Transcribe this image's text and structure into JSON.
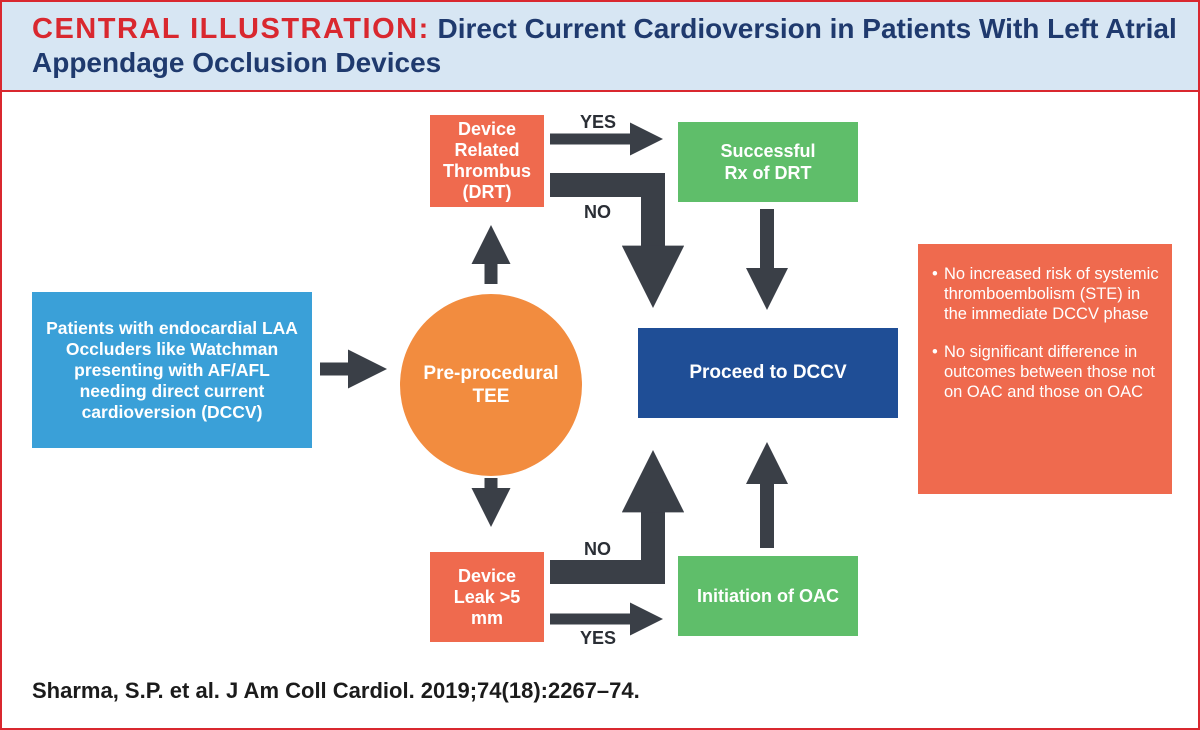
{
  "header": {
    "prefix": "CENTRAL ILLUSTRATION:",
    "title": "Direct Current Cardioversion in Patients With Left Atrial Appendage Occlusion Devices"
  },
  "nodes": {
    "patients": "Patients with endocardial LAA Occluders like Watchman presenting with AF/AFL needing direct current cardioversion (DCCV)",
    "tee": "Pre-procedural TEE",
    "drt": "Device Related Thrombus (DRT)",
    "rx": "Successful Rx of DRT",
    "leak": "Device Leak >5 mm",
    "oac": "Initiation of OAC",
    "dccv": "Proceed to DCCV"
  },
  "labels": {
    "drt_yes": "YES",
    "drt_no": "NO",
    "leak_no": "NO",
    "leak_yes": "YES"
  },
  "outcomes": [
    "No increased risk of systemic thromboembolism (STE) in the immediate DCCV phase",
    "No significant difference in outcomes between those not on OAC and those on OAC"
  ],
  "citation": "Sharma, S.P. et al. J Am Coll Cardiol. 2019;74(18):2267–74.",
  "colors": {
    "border": "#d9282f",
    "header_bg": "#d7e6f3",
    "title": "#1f3a6e",
    "red_box": "#ef6a4e",
    "green_box": "#5fbe6a",
    "blue_box": "#1f4e96",
    "light_blue_box": "#3aa0d8",
    "circle": "#f28c3f",
    "arrow": "#3a3f47"
  }
}
